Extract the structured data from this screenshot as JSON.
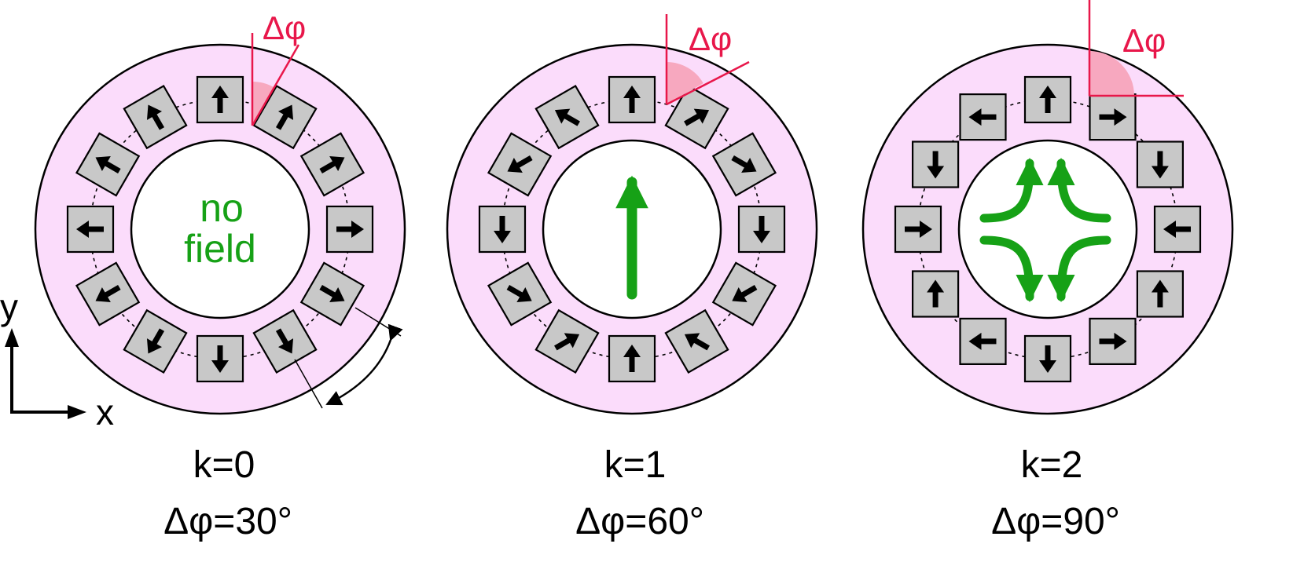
{
  "panels": [
    {
      "center_text_line1": "no",
      "center_text_line2": "field",
      "delta_label": "Δφ",
      "caption_k": "k=0",
      "caption_dphi": "Δφ=30°",
      "k": 0,
      "magnet_count": 12,
      "step_deg": 30,
      "inner_field": "none"
    },
    {
      "delta_label": "Δφ",
      "caption_k": "k=1",
      "caption_dphi": "Δφ=60°",
      "k": 1,
      "magnet_count": 12,
      "step_deg": 60,
      "inner_field": "uniform-dipole"
    },
    {
      "delta_label": "Δφ",
      "caption_k": "k=2",
      "caption_dphi": "Δφ=90°",
      "k": 2,
      "magnet_count": 12,
      "step_deg": 90,
      "inner_field": "quadrupole"
    }
  ],
  "axes": {
    "x_label": "x",
    "y_label": "y"
  },
  "colors": {
    "ring_fill": "#fbdcfb",
    "magnet_fill": "#c8c8c8",
    "field_arrow": "#16a116",
    "angle_marker": "#e8174a",
    "angle_fill": "#f7a8bf",
    "ink": "#000000"
  }
}
